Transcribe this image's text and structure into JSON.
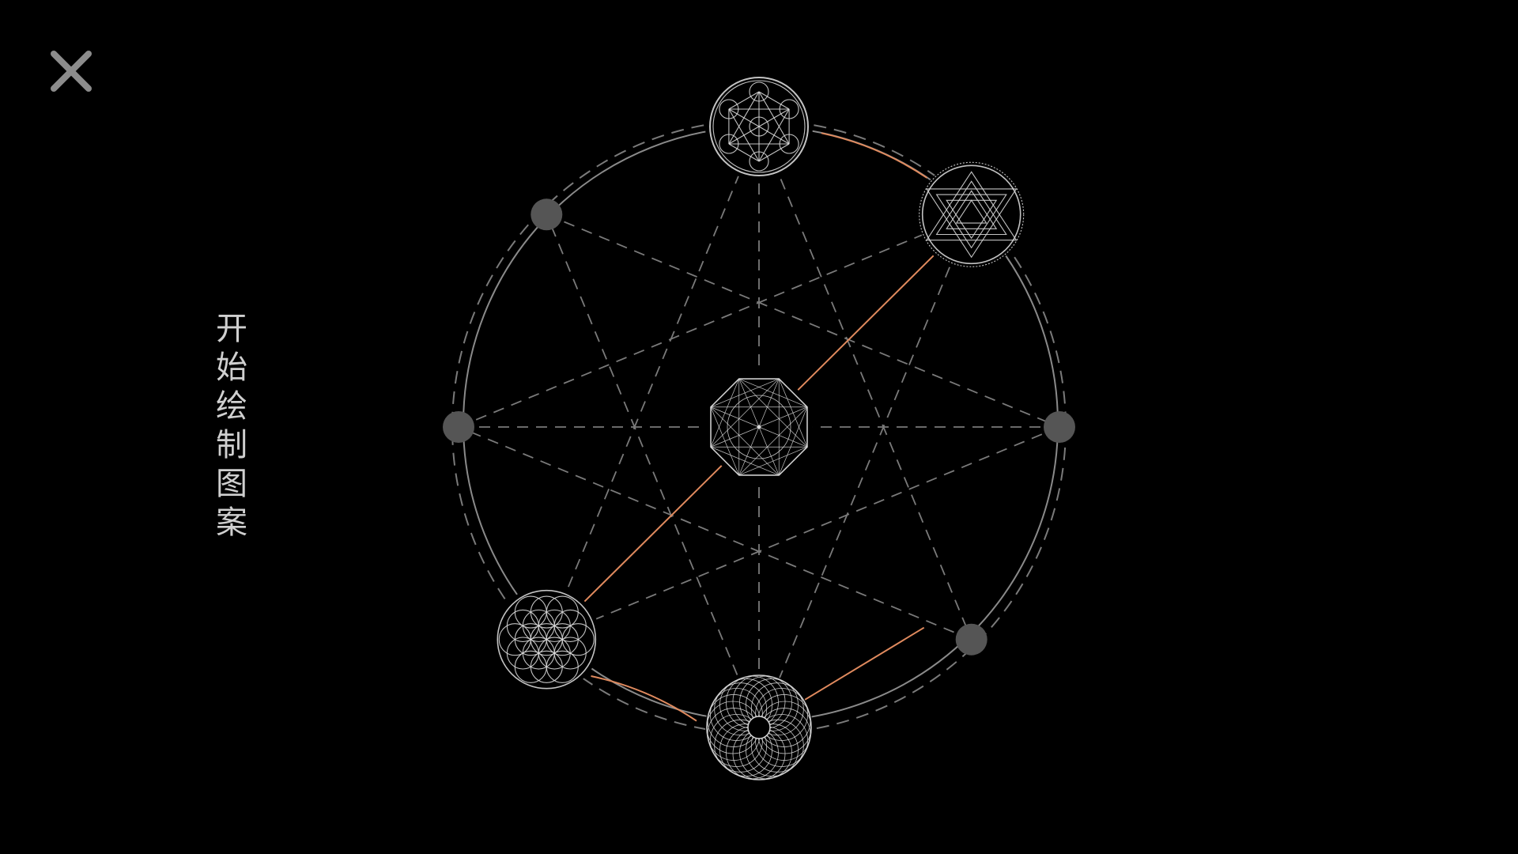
{
  "close_icon": "close-icon",
  "side_title": [
    "开",
    "始",
    "绘",
    "制",
    "图",
    "案"
  ],
  "colors": {
    "background": "#000000",
    "ring": "#8a8a8a",
    "dash": "#7a7a7a",
    "orange_path": "#e08a5e",
    "empty_node": "#555555",
    "pattern_stroke": "#d8d8d8"
  },
  "nodes": [
    {
      "id": "top",
      "state": "pattern",
      "pattern": "metatron-cube-icon"
    },
    {
      "id": "upper-right",
      "state": "pattern",
      "pattern": "sri-yantra-icon"
    },
    {
      "id": "right",
      "state": "empty"
    },
    {
      "id": "lower-right",
      "state": "empty"
    },
    {
      "id": "bottom",
      "state": "pattern",
      "pattern": "spirograph-rosette-icon"
    },
    {
      "id": "lower-left",
      "state": "pattern",
      "pattern": "flower-of-life-icon"
    },
    {
      "id": "left",
      "state": "empty"
    },
    {
      "id": "upper-left",
      "state": "empty"
    }
  ],
  "center_node": {
    "pattern": "octagon-mandala-icon"
  },
  "drawn_path": [
    "top-arc-to-upper-right",
    "upper-right-to-lower-left",
    "lower-left-arc-to-bottom",
    "bottom-to-lower-right"
  ]
}
